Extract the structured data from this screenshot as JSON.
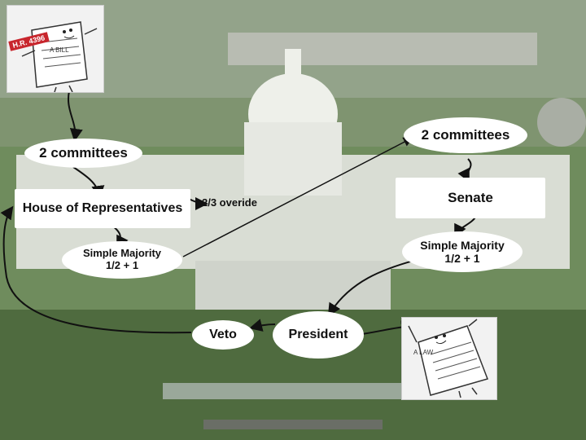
{
  "bill_card": {
    "tag_text": "H.R. 4396",
    "paper_text": "A BILL"
  },
  "law_card": {
    "paper_text": "A LAW"
  },
  "nodes": {
    "house_committees": "2 committees",
    "house": "House of Representatives",
    "house_majority_line1": "Simple Majority",
    "house_majority_line2": "1/2 + 1",
    "override": "2/3 overide",
    "senate_committees": "2 committees",
    "senate": "Senate",
    "senate_majority_line1": "Simple Majority",
    "senate_majority_line2": "1/2 + 1",
    "president": "President",
    "veto": "Veto"
  },
  "colors": {
    "sky": "#c9d6c4",
    "foliage": "#5f7f4c",
    "capitol": "#eef0ea",
    "arrow": "#111111"
  }
}
